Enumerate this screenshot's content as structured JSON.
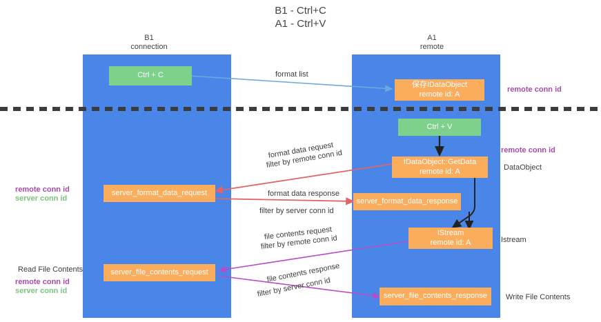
{
  "title": {
    "line1": "B1 - Ctrl+C",
    "line2": "A1 - Ctrl+V"
  },
  "columns": [
    {
      "id": "b1",
      "name": "B1",
      "role": "connection"
    },
    {
      "id": "a1",
      "name": "A1",
      "role": "remote"
    }
  ],
  "nodes": {
    "ctrl_c": {
      "label": "Ctrl + C",
      "color": "#7ed18a"
    },
    "save_idataobject": {
      "line1": "保存IDataObject",
      "line2": "remote id: A",
      "color": "#f9ad5d"
    },
    "ctrl_v": {
      "label": "Ctrl + V",
      "color": "#7ed18a"
    },
    "idataobject_getdata": {
      "line1": "IDataObject::GetData",
      "line2": "remote id: A",
      "color": "#f9ad5d"
    },
    "server_format_data_request": {
      "label": "server_format_data_request",
      "color": "#f9ad5d"
    },
    "server_format_data_response": {
      "label": "server_format_data_response",
      "color": "#f9ad5d"
    },
    "istream": {
      "line1": "IStream",
      "line2": "remote id: A",
      "color": "#f9ad5d"
    },
    "server_file_contents_request": {
      "label": "server_file_contents_request",
      "color": "#f9ad5d"
    },
    "server_file_contents_response": {
      "label": "server_file_contents_response",
      "color": "#f9ad5d"
    }
  },
  "edge_labels": {
    "format_list": "format list",
    "format_data_request": "format data request",
    "format_data_request_filter_prefix": "filter by ",
    "format_data_request_filter_key": "remote conn id",
    "format_data_response": "format data response",
    "format_data_response_filter_prefix": "filter by ",
    "format_data_response_filter_key": "server conn id",
    "file_contents_request": "file contents request",
    "file_contents_request_filter_prefix": "filter by ",
    "file_contents_request_filter_key": "remote conn id",
    "file_contents_response": "file contents response",
    "file_contents_response_filter_prefix": "filter by ",
    "file_contents_response_filter_key": "server conn id"
  },
  "annotations": {
    "right_top_remote_conn_id": "remote conn id",
    "right_mid_remote_conn_id": "remote conn id",
    "right_dataobject": "DataObject",
    "right_istream": "Istream",
    "right_write_file_contents": "Write File Contents",
    "left_remote_conn_id": "remote conn id",
    "left_server_conn_id": "server conn id",
    "left_read_file_contents": "Read File Contents",
    "left_bottom_remote_conn_id": "remote conn id",
    "left_bottom_server_conn_id": "server conn id"
  },
  "colors": {
    "lane": "#4a86e8",
    "box_orange": "#f9ad5d",
    "box_green": "#7ed18a",
    "purple": "#a64ca6",
    "green_text": "#7cc47c",
    "arrow_blue": "#6fa8dc",
    "arrow_red": "#e06666",
    "arrow_magenta": "#b84cc8",
    "arrow_black": "#222222",
    "separator": "#3c3c3c"
  }
}
